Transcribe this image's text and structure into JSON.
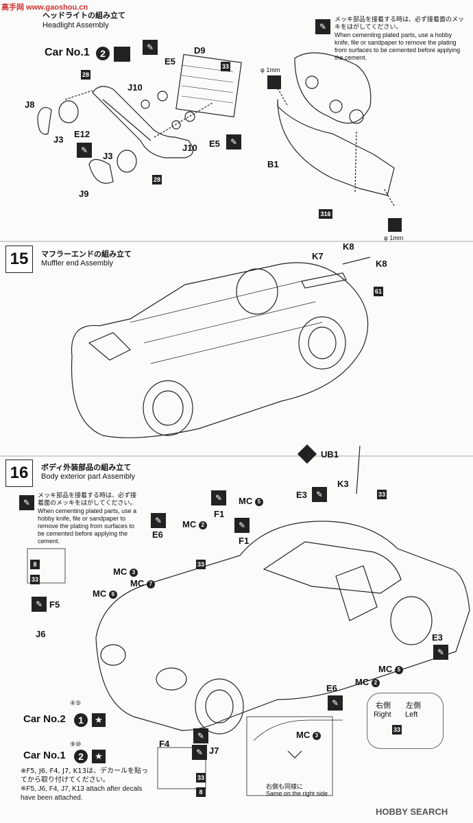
{
  "watermark_top": "高手网 www.gaoshou.cn",
  "step14": {
    "title_jp": "ヘッドライトの組み立て",
    "title_en": "Headlight Assembly",
    "car": "Car No.1",
    "car_num": "2",
    "note_jp": "メッキ部品を接着する時は、必ず接着面のメッキをはがしてください。",
    "note_en": "When cementing plated parts, use a hobby knife, file or sandpaper to remove the plating from surfaces to be cemented before applying the cement.",
    "labels": [
      "D9",
      "E5",
      "J10",
      "J8",
      "J3",
      "E12",
      "J3",
      "J9",
      "J10",
      "E5",
      "B1"
    ],
    "badges": [
      "28",
      "33",
      "28",
      "316"
    ],
    "dia1": "φ 1mm",
    "dia2": "φ 1mm"
  },
  "step15": {
    "number": "15",
    "title_jp": "マフラーエンドの組み立て",
    "title_en": "Muffler end Assembly",
    "labels": [
      "K8",
      "K7",
      "K8"
    ],
    "badge": "61"
  },
  "step16": {
    "number": "16",
    "title_jp": "ボディ外装部品の組み立て",
    "title_en": "Body exterior part Assembly",
    "note_jp": "メッキ部品を接着する時は、必ず接着面のメッキをはがしてください。",
    "note_en": "When cementing plated parts, use a hobby knife, file or sandpaper to remove the plating from surfaces to be cemented before applying the cement.",
    "labels": {
      "ub1": "UB1",
      "k3": "K3",
      "e3a": "E3",
      "f1a": "F1",
      "f1b": "F1",
      "e6a": "E6",
      "f5": "F5",
      "j6": "J6",
      "e3b": "E3",
      "e6b": "E6",
      "f4": "F4",
      "j7": "J7"
    },
    "mc": [
      {
        "text": "MC",
        "n": "5"
      },
      {
        "text": "MC",
        "n": "2"
      },
      {
        "text": "MC",
        "n": "3"
      },
      {
        "text": "MC",
        "n": "6"
      },
      {
        "text": "MC",
        "n": "7"
      },
      {
        "text": "MC",
        "n": "5"
      },
      {
        "text": "MC",
        "n": "2"
      },
      {
        "text": "MC",
        "n": "3"
      }
    ],
    "badges": [
      "33",
      "33",
      "8",
      "33",
      "33",
      "33",
      "8"
    ],
    "right_jp": "右側",
    "right_en": "Right",
    "left_jp": "左側",
    "left_en": "Left",
    "car2": "Car No.2",
    "car2_num": "1",
    "car2_decals": "④⑤",
    "car1": "Car No.1",
    "car1_num": "2",
    "car1_decals": "⑨⑩",
    "decal_note_jp": "※F5, J6, F4, J7, K13は、デカールを貼ってから取り付けてください。",
    "decal_note_en": "※F5, J6, F4, J7, K13 attach after decals have been attached.",
    "same_jp": "右側も同様に",
    "same_en": "Same on the right side"
  },
  "footer_brand": "HOBBY SEARCH"
}
